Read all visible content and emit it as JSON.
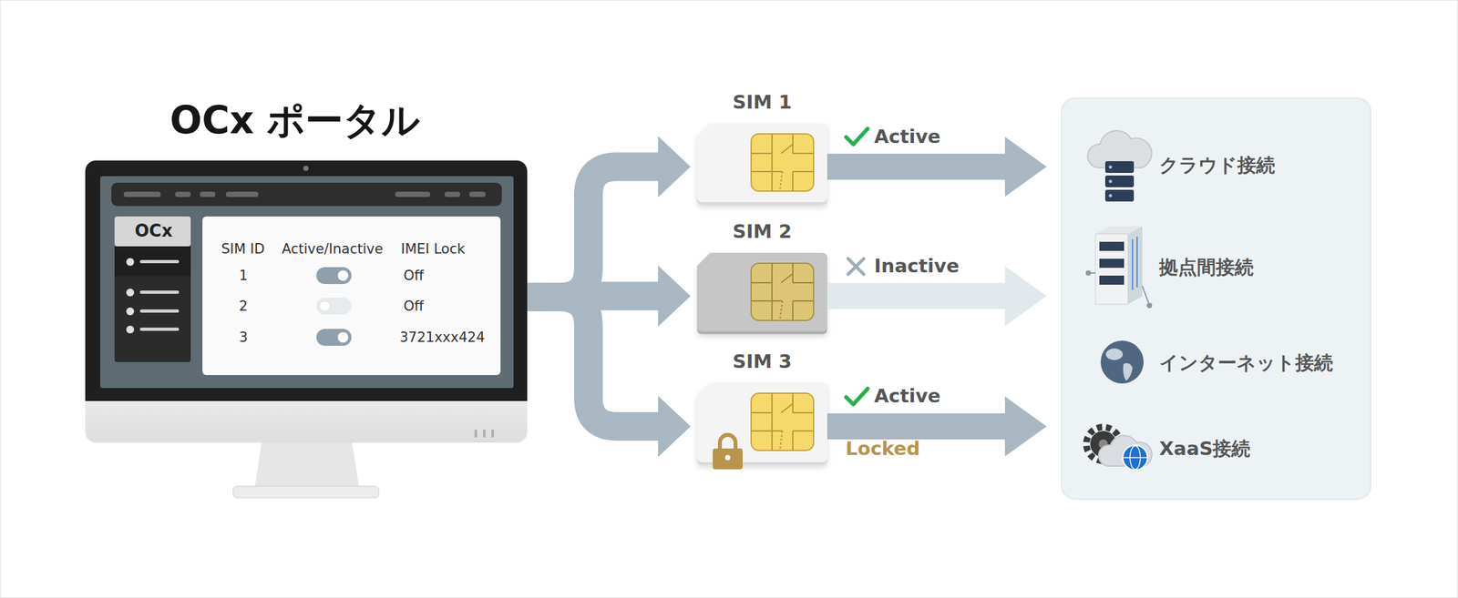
{
  "diagram": {
    "nodes": [
      {
        "text": [
          "OCx ポータル"
        ]
      },
      {
        "text": [
          "SIM 1"
        ]
      },
      {
        "text": [
          "SIM 2"
        ]
      },
      {
        "text": [
          "SIM 3"
        ]
      },
      {
        "text": [
          "クラウド接続",
          "拠点間接続",
          "インターネット接続",
          "XaaS接続"
        ]
      }
    ],
    "edges": [
      {
        "from": 0,
        "to": 1,
        "arrow": "to"
      },
      {
        "from": 0,
        "to": 2,
        "arrow": "to"
      },
      {
        "from": 0,
        "to": 3,
        "arrow": "to"
      },
      {
        "from": 1,
        "to": 4,
        "label": "Active",
        "arrow": "to"
      },
      {
        "from": 2,
        "to": 4,
        "label": "Inactive",
        "arrow": "to"
      },
      {
        "from": 3,
        "to": 4,
        "label": "Active",
        "arrow": "to"
      }
    ],
    "labels": [
      "OCx",
      "SIM ID",
      "Active/Inactive",
      "IMEI Lock",
      "1",
      "Off",
      "2",
      "Off",
      "3",
      "3721xxx424",
      "Locked"
    ]
  }
}
